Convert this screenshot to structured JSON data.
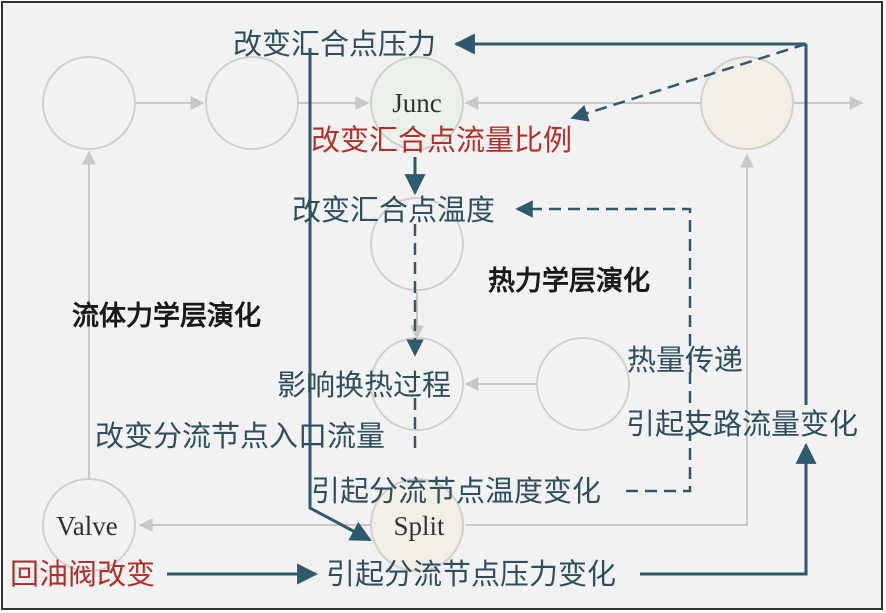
{
  "nodes": {
    "junc": "Junc",
    "split": "Split",
    "valve": "Valve"
  },
  "labels": {
    "change_junc_pressure": "改变汇合点压力",
    "change_junc_flow_ratio": "改变汇合点流量比例",
    "change_junc_temp": "改变汇合点温度",
    "thermal_evolution": "热力学层演化",
    "fluid_evolution": "流体力学层演化",
    "affect_heat_exchange": "影响换热过程",
    "heat_transfer": "热量传递",
    "branch_flow_change": "引起支路流量变化",
    "change_split_inlet_flow": "改变分流节点入口流量",
    "split_temp_change": "引起分流节点温度变化",
    "return_valve_change": "回油阀改变",
    "split_pressure_change": "引起分流节点压力变化"
  },
  "colors": {
    "background": "#f2f2f2",
    "frame": "#333333",
    "arrow_dark": "#2f5a6b",
    "arrow_light": "#c8c8c8",
    "node_stroke": "#cfcfcf",
    "node_fill_light": "#f5f5f2",
    "node_fill_beige": "#f2efe6",
    "text_dark": "#2f4f5e",
    "text_red": "#b0312b"
  }
}
